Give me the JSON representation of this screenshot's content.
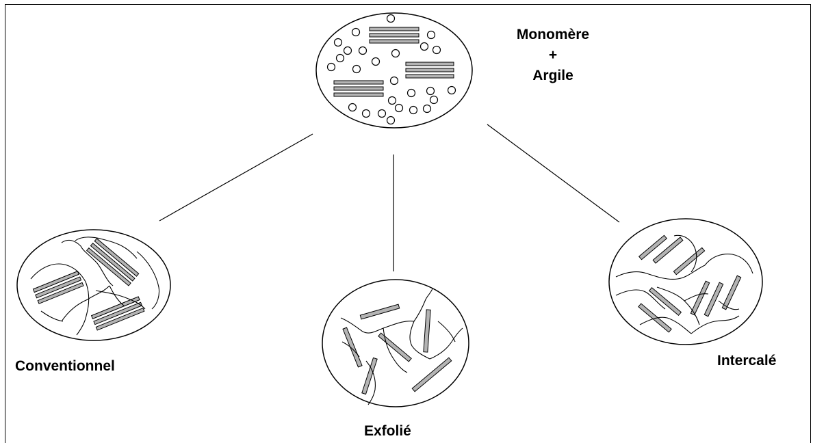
{
  "diagram": {
    "top_node": {
      "line1": "Monomère",
      "line2": "+",
      "line3": "Argile"
    },
    "outcomes": [
      {
        "label": "Conventionnel"
      },
      {
        "label": "Exfolié"
      },
      {
        "label": "Intercalé"
      }
    ],
    "colors": {
      "stroke": "#000000",
      "platelet_fill": "#b4b4b4",
      "background": "#ffffff"
    }
  }
}
